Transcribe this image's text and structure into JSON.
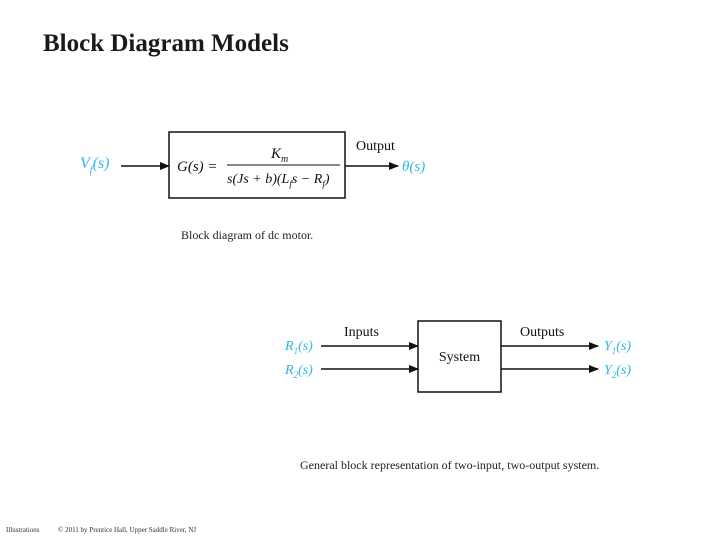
{
  "slide": {
    "title": "Block Diagram Models",
    "footer_left": "Illustrations",
    "footer_copyright": "© 2011 by Prentice Hall, Upper Saddle River, NJ"
  },
  "motor_diagram": {
    "input_label": {
      "main": "V",
      "sub": "f",
      "tail": "(s)"
    },
    "output_header": "Output",
    "output_label": "θ(s)",
    "transfer_lhs": "G(s) =",
    "numerator": {
      "main": "K",
      "sub": "m"
    },
    "denominator": {
      "part1": "s(Js + b)(L",
      "sub1": "f",
      "part2": "s − R",
      "sub2": "f",
      "part3": ")"
    },
    "caption": "Block diagram of dc motor."
  },
  "system_diagram": {
    "inputs_header": "Inputs",
    "outputs_header": "Outputs",
    "block_label": "System",
    "inputs": [
      {
        "main": "R",
        "sub": "1",
        "tail": "(s)"
      },
      {
        "main": "R",
        "sub": "2",
        "tail": "(s)"
      }
    ],
    "outputs": [
      {
        "main": "Y",
        "sub": "1",
        "tail": "(s)"
      },
      {
        "main": "Y",
        "sub": "2",
        "tail": "(s)"
      }
    ],
    "caption": "General block representation of two-input, two-output system."
  },
  "colors": {
    "signal_label": "#2fb7e6",
    "line": "#111111",
    "text": "#1a1a1a"
  }
}
